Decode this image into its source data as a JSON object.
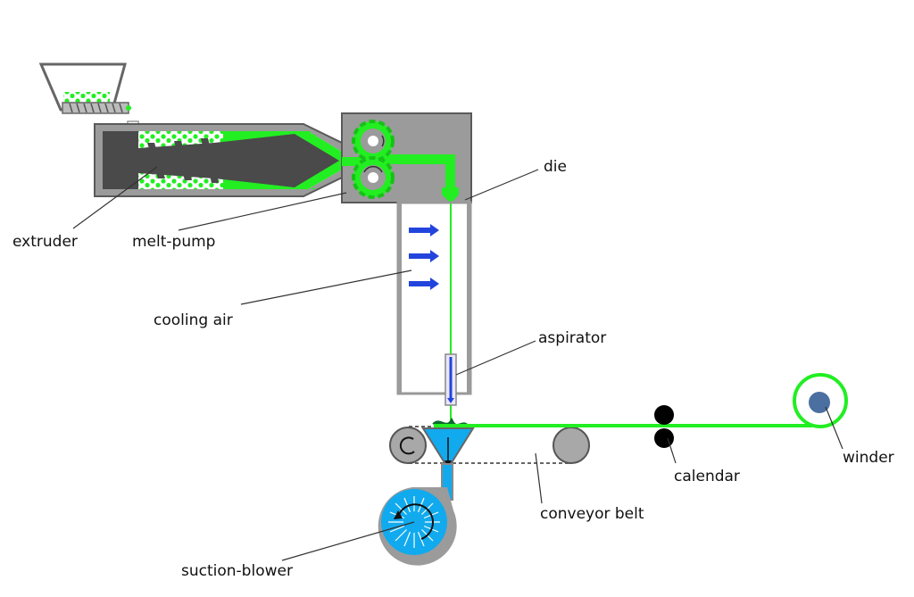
{
  "labels": {
    "extruder": "extruder",
    "melt_pump": "melt-pump",
    "die": "die",
    "cooling_air": "cooling air",
    "aspirator": "aspirator",
    "winder": "winder",
    "calendar": "calendar",
    "conveyor_belt": "conveyor belt",
    "suction_blower": "suction-blower"
  },
  "colors": {
    "polymer": "#22ee22",
    "housing": "#9b9b9b",
    "housing_border": "#555555",
    "screw": "#4a4a4a",
    "air": "#2244dd",
    "blower": "#11aaee",
    "roller": "#a8a8a8",
    "calendar": "#000000",
    "winder_core": "#4a6fa0"
  }
}
